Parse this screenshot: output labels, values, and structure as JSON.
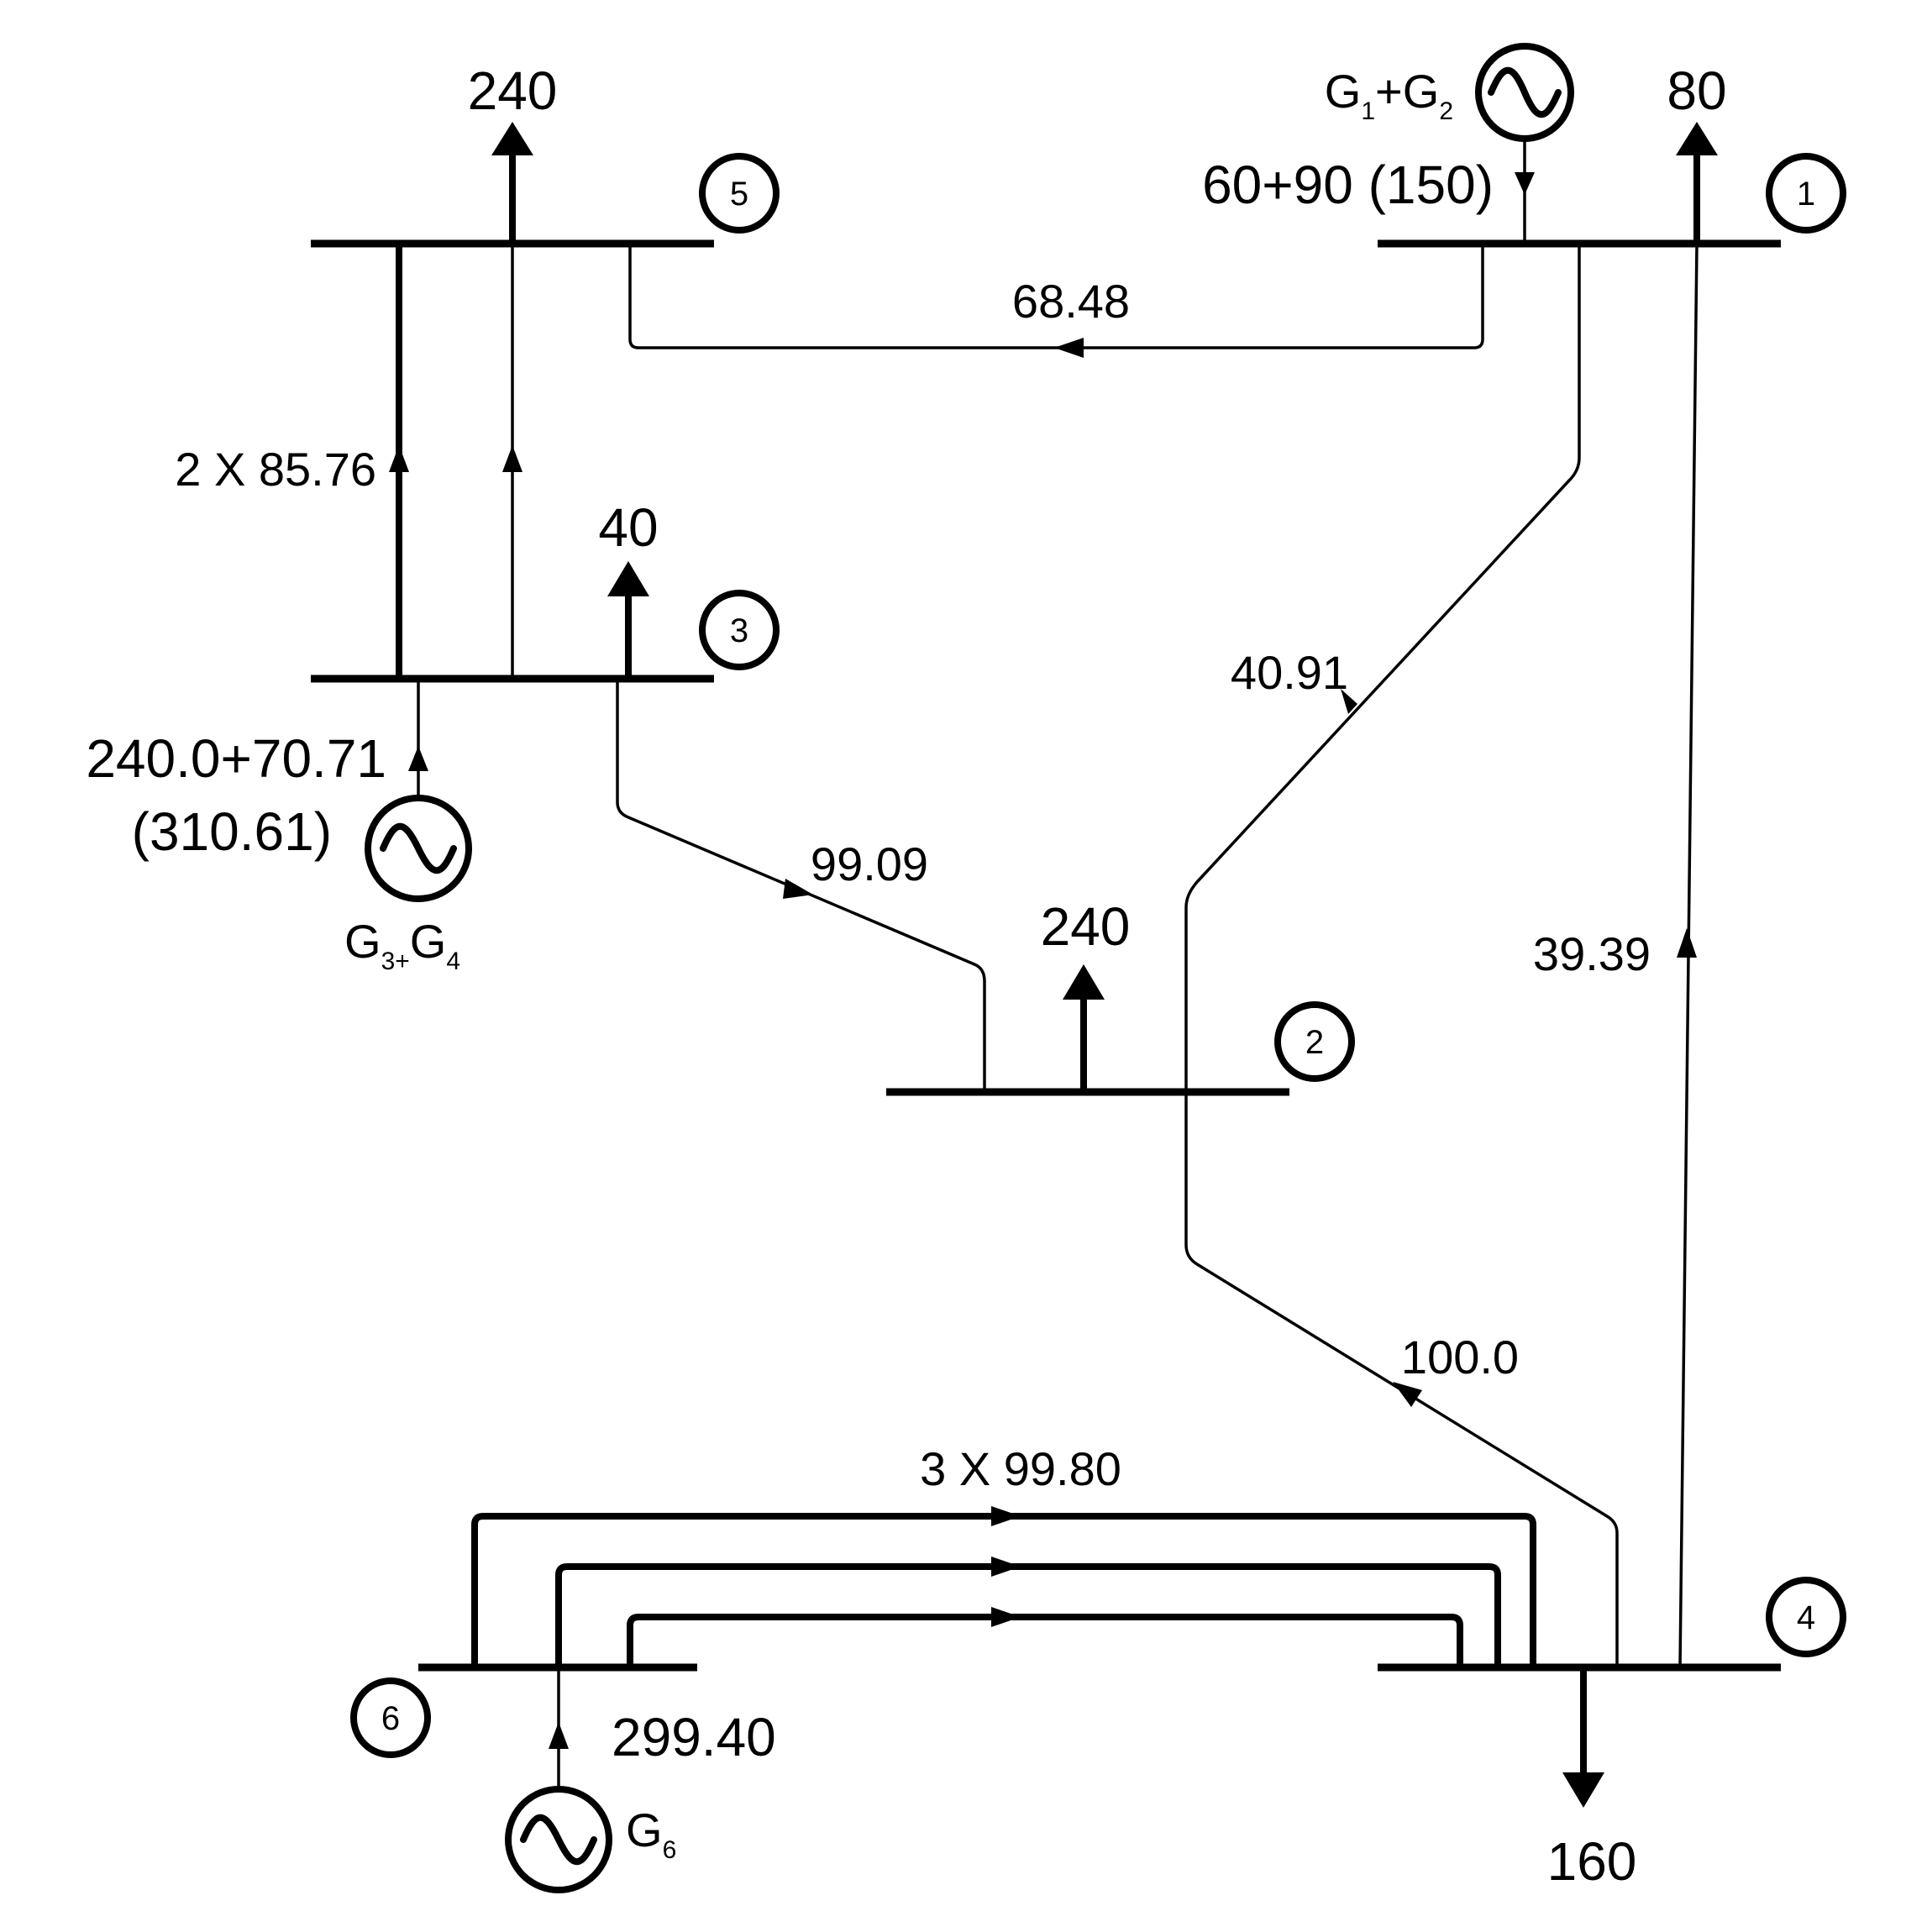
{
  "buses": [
    {
      "id": "5",
      "label": "5"
    },
    {
      "id": "1",
      "label": "1"
    },
    {
      "id": "3",
      "label": "3"
    },
    {
      "id": "2",
      "label": "2"
    },
    {
      "id": "4",
      "label": "4"
    },
    {
      "id": "6",
      "label": "6"
    }
  ],
  "loads": {
    "bus5": "240",
    "bus1": "80",
    "bus3": "40",
    "bus2": "240",
    "bus4": "160"
  },
  "generators": {
    "g12": {
      "name": "G",
      "sub1": "1",
      "plus": "+G",
      "sub2": "2",
      "output": "60+90 (150)"
    },
    "g34": {
      "name": "G",
      "sub1": "3+",
      "plus": "G",
      "sub2": "4",
      "output_line1": "240.0+70.71",
      "output_line2": "(310.61)"
    },
    "g6": {
      "name": "G",
      "sub1": "6",
      "output": "299.40"
    }
  },
  "flows": {
    "bus1_bus5": "68.48",
    "bus3_bus5": "2 X 85.76",
    "bus1_bus2": "40.91",
    "bus3_bus2": "99.09",
    "bus4_bus1": "39.39",
    "bus4_bus2": "100.0",
    "bus6_bus4": "3 X 99.80"
  }
}
